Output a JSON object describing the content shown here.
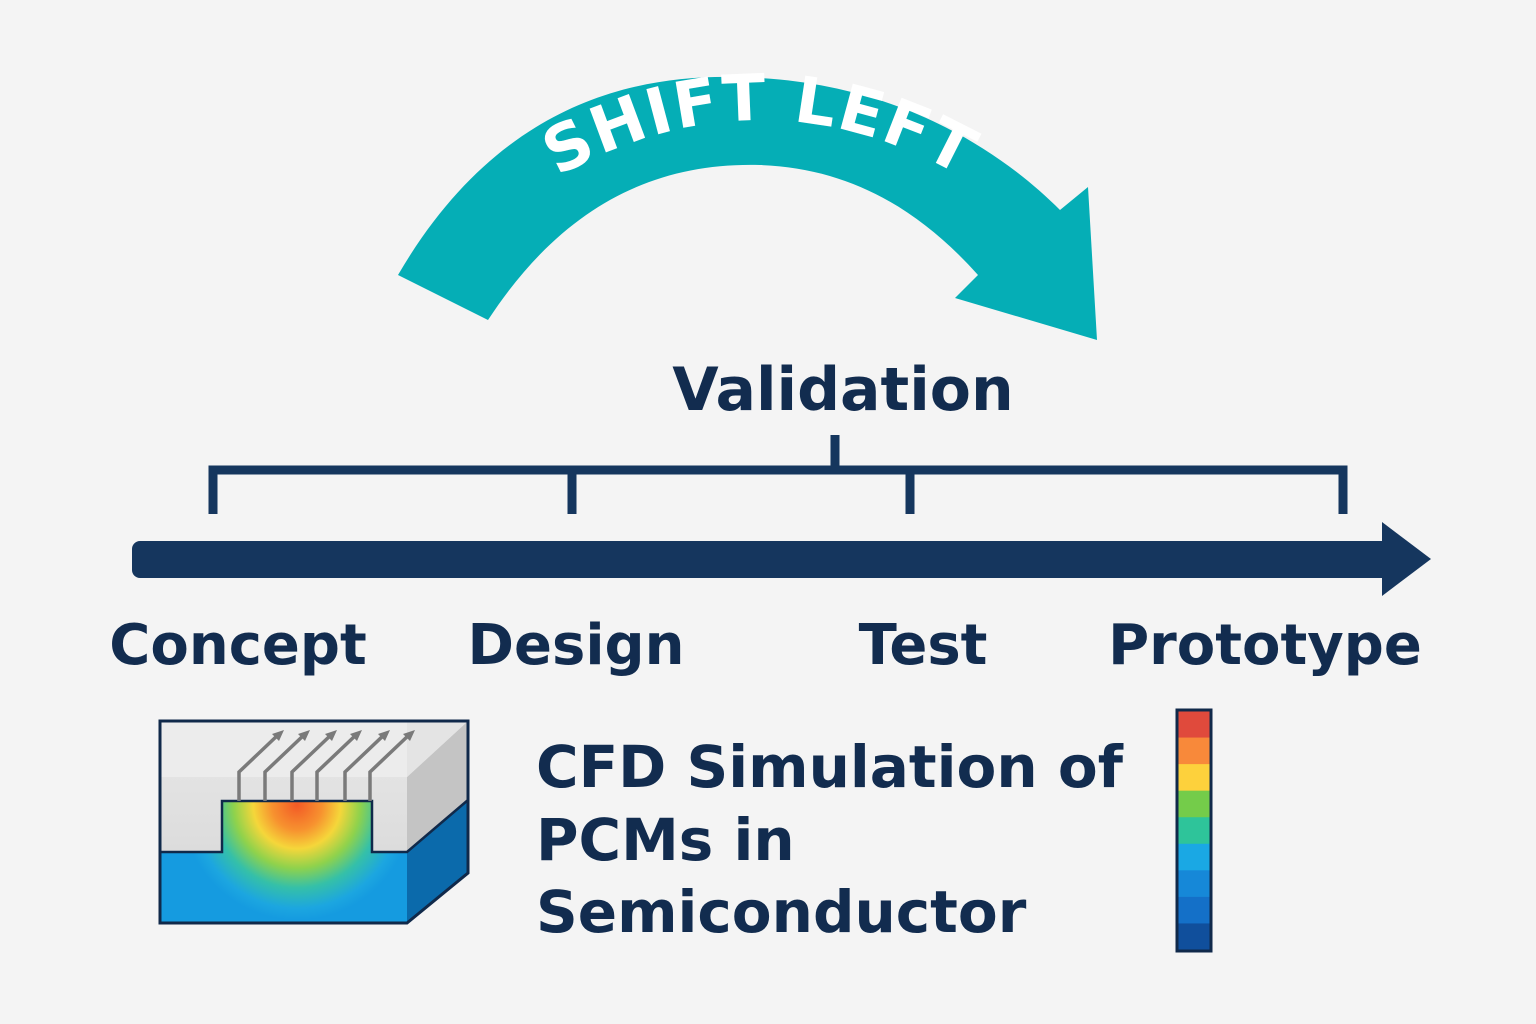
{
  "arrow_label": "SHIFT LEFT",
  "validation_label": "Validation",
  "stages": [
    "Concept",
    "Design",
    "Test",
    "Prototype"
  ],
  "caption": [
    "CFD Simulation of",
    "PCMs in",
    "Semiconductor"
  ],
  "colors": {
    "teal": "#05aeb6",
    "navy": "#15365e",
    "text": "#122c4f",
    "colorbar": [
      "#e04a3c",
      "#f8893a",
      "#fdd13c",
      "#74cc4a",
      "#2ec49a",
      "#1aa8e4",
      "#1688d8",
      "#1470c8",
      "#104f9c"
    ]
  }
}
